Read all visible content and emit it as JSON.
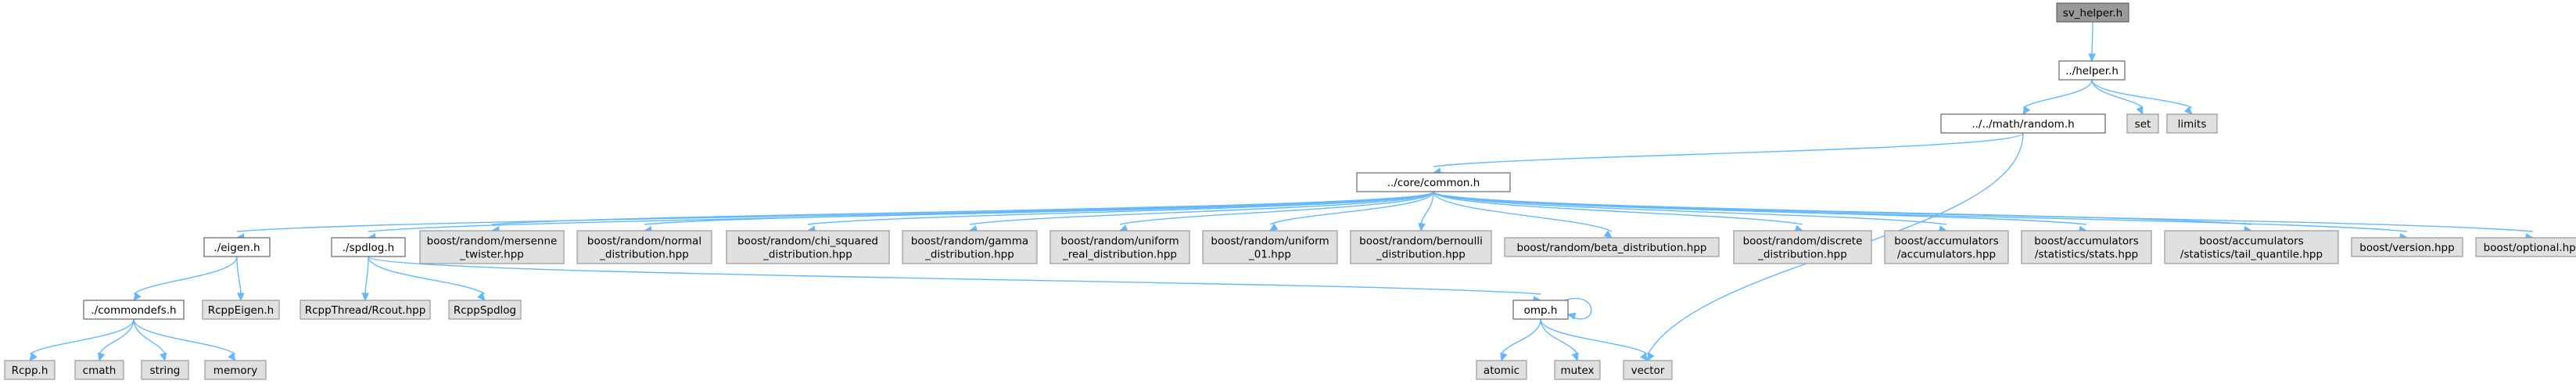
{
  "diagram": {
    "type": "include-dependency-graph",
    "colors": {
      "edge": "#63b8ff",
      "root_fill": "#999999",
      "system_fill": "#e0e0e0",
      "file_fill": "#ffffff"
    },
    "nodes": [
      {
        "id": "sv_helper",
        "lines": [
          "sv_helper.h"
        ],
        "kind": "root"
      },
      {
        "id": "helper",
        "lines": [
          "../helper.h"
        ],
        "kind": "file"
      },
      {
        "id": "set",
        "lines": [
          "set"
        ],
        "kind": "sys"
      },
      {
        "id": "limits",
        "lines": [
          "limits"
        ],
        "kind": "sys"
      },
      {
        "id": "random",
        "lines": [
          "../../math/random.h"
        ],
        "kind": "file"
      },
      {
        "id": "common",
        "lines": [
          "../core/common.h"
        ],
        "kind": "file"
      },
      {
        "id": "eigen",
        "lines": [
          "./eigen.h"
        ],
        "kind": "file"
      },
      {
        "id": "spdlog",
        "lines": [
          "./spdlog.h"
        ],
        "kind": "file"
      },
      {
        "id": "mersenne",
        "lines": [
          "boost/random/mersenne",
          "_twister.hpp"
        ],
        "kind": "sys"
      },
      {
        "id": "normal",
        "lines": [
          "boost/random/normal",
          "_distribution.hpp"
        ],
        "kind": "sys"
      },
      {
        "id": "chisq",
        "lines": [
          "boost/random/chi_squared",
          "_distribution.hpp"
        ],
        "kind": "sys"
      },
      {
        "id": "gamma",
        "lines": [
          "boost/random/gamma",
          "_distribution.hpp"
        ],
        "kind": "sys"
      },
      {
        "id": "uniform_real",
        "lines": [
          "boost/random/uniform",
          "_real_distribution.hpp"
        ],
        "kind": "sys"
      },
      {
        "id": "uniform01",
        "lines": [
          "boost/random/uniform",
          "_01.hpp"
        ],
        "kind": "sys"
      },
      {
        "id": "bernoulli",
        "lines": [
          "boost/random/bernoulli",
          "_distribution.hpp"
        ],
        "kind": "sys"
      },
      {
        "id": "beta",
        "lines": [
          "boost/random/beta_distribution.hpp"
        ],
        "kind": "sys"
      },
      {
        "id": "discrete",
        "lines": [
          "boost/random/discrete",
          "_distribution.hpp"
        ],
        "kind": "sys"
      },
      {
        "id": "acc",
        "lines": [
          "boost/accumulators",
          "/accumulators.hpp"
        ],
        "kind": "sys"
      },
      {
        "id": "stats",
        "lines": [
          "boost/accumulators",
          "/statistics/stats.hpp"
        ],
        "kind": "sys"
      },
      {
        "id": "tail",
        "lines": [
          "boost/accumulators",
          "/statistics/tail_quantile.hpp"
        ],
        "kind": "sys"
      },
      {
        "id": "version",
        "lines": [
          "boost/version.hpp"
        ],
        "kind": "sys"
      },
      {
        "id": "optional",
        "lines": [
          "boost/optional.hpp"
        ],
        "kind": "sys"
      },
      {
        "id": "commondefs",
        "lines": [
          "./commondefs.h"
        ],
        "kind": "file"
      },
      {
        "id": "rcppeigen",
        "lines": [
          "RcppEigen.h"
        ],
        "kind": "sys"
      },
      {
        "id": "rcppthread",
        "lines": [
          "RcppThread/Rcout.hpp"
        ],
        "kind": "sys"
      },
      {
        "id": "rcppspdlog",
        "lines": [
          "RcppSpdlog"
        ],
        "kind": "sys"
      },
      {
        "id": "omp",
        "lines": [
          "omp.h"
        ],
        "kind": "file"
      },
      {
        "id": "rcpp",
        "lines": [
          "Rcpp.h"
        ],
        "kind": "sys"
      },
      {
        "id": "cmath",
        "lines": [
          "cmath"
        ],
        "kind": "sys"
      },
      {
        "id": "string",
        "lines": [
          "string"
        ],
        "kind": "sys"
      },
      {
        "id": "memory",
        "lines": [
          "memory"
        ],
        "kind": "sys"
      },
      {
        "id": "atomic",
        "lines": [
          "atomic"
        ],
        "kind": "sys"
      },
      {
        "id": "mutex",
        "lines": [
          "mutex"
        ],
        "kind": "sys"
      },
      {
        "id": "vector",
        "lines": [
          "vector"
        ],
        "kind": "sys"
      }
    ],
    "edges": [
      [
        "sv_helper",
        "helper"
      ],
      [
        "helper",
        "random"
      ],
      [
        "helper",
        "set"
      ],
      [
        "helper",
        "limits"
      ],
      [
        "random",
        "common"
      ],
      [
        "random",
        "vector"
      ],
      [
        "common",
        "eigen"
      ],
      [
        "common",
        "spdlog"
      ],
      [
        "common",
        "mersenne"
      ],
      [
        "common",
        "normal"
      ],
      [
        "common",
        "chisq"
      ],
      [
        "common",
        "gamma"
      ],
      [
        "common",
        "uniform_real"
      ],
      [
        "common",
        "uniform01"
      ],
      [
        "common",
        "bernoulli"
      ],
      [
        "common",
        "beta"
      ],
      [
        "common",
        "discrete"
      ],
      [
        "common",
        "acc"
      ],
      [
        "common",
        "stats"
      ],
      [
        "common",
        "tail"
      ],
      [
        "common",
        "version"
      ],
      [
        "common",
        "optional"
      ],
      [
        "eigen",
        "commondefs"
      ],
      [
        "eigen",
        "rcppeigen"
      ],
      [
        "commondefs",
        "rcpp"
      ],
      [
        "commondefs",
        "cmath"
      ],
      [
        "commondefs",
        "string"
      ],
      [
        "commondefs",
        "memory"
      ],
      [
        "spdlog",
        "rcppthread"
      ],
      [
        "spdlog",
        "rcppspdlog"
      ],
      [
        "spdlog",
        "omp"
      ],
      [
        "omp",
        "atomic"
      ],
      [
        "omp",
        "mutex"
      ],
      [
        "omp",
        "vector"
      ],
      [
        "omp",
        "omp"
      ]
    ]
  }
}
